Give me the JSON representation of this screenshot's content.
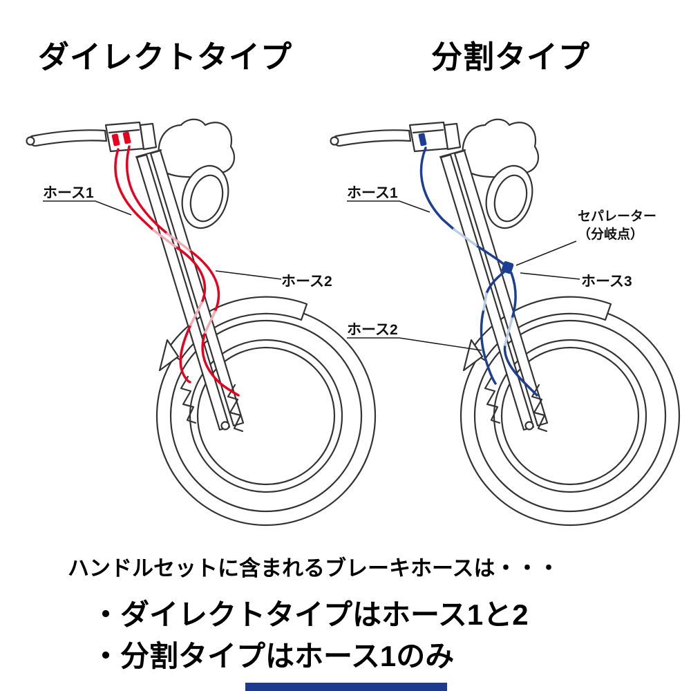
{
  "titles": {
    "direct": "ダイレクトタイプ",
    "split": "分割タイプ"
  },
  "direct": {
    "hose1": "ホース1",
    "hose2": "ホース2"
  },
  "split": {
    "hose1": "ホース1",
    "hose2": "ホース2",
    "hose3": "ホース3",
    "separator_line1": "セパレーター",
    "separator_line2": "（分岐点）"
  },
  "footer": {
    "intro": "ハンドルセットに含まれるブレーキホースは・・・",
    "bullet_direct": "・ダイレクトタイプはホース1と2",
    "bullet_split": "・分割タイプはホース1のみ"
  },
  "colors": {
    "line": "#333333",
    "leader": "#1a1a1a",
    "red": "#e8001f",
    "red_light": "#f2aab5",
    "blue": "#1c3f94",
    "blue_light": "#b9cde9",
    "banner": "#1e3a8f"
  }
}
